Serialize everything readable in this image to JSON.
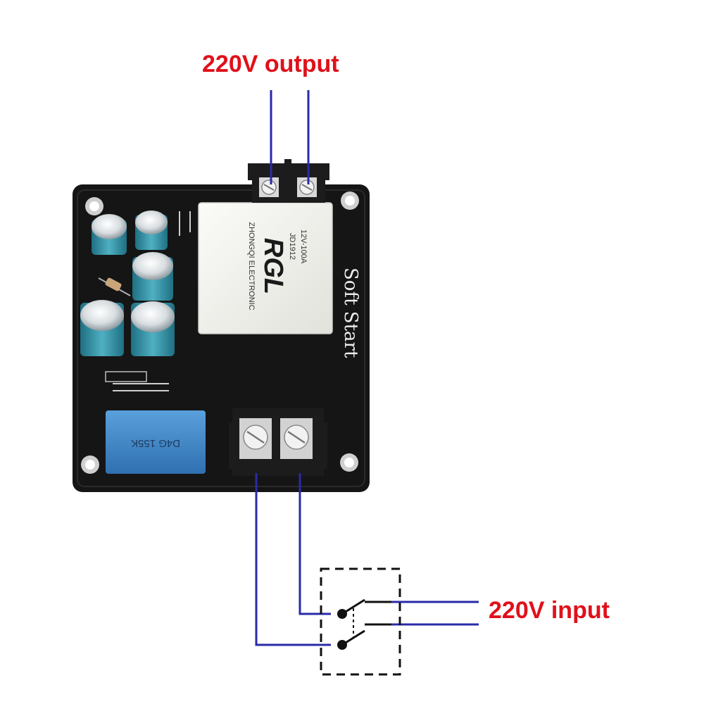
{
  "labels": {
    "output": "220V output",
    "input": "220V input"
  },
  "board": {
    "silkscreen": "Soft Start",
    "relay_brand": "RGL",
    "relay_model": "JD1912",
    "relay_rating": "12V-100A",
    "relay_maker": "ZHONGQI ELECTRONIC",
    "film_cap_marking": "D4G 155K"
  },
  "colors": {
    "label_text": "#e0101a",
    "wire": "#2a2aa8",
    "pcb": "#151515",
    "relay_body": "#f1f1ee",
    "capacitor": "#3d95a8",
    "film_cap": "#3f86c9",
    "switch_box": "#111111"
  },
  "icons": {
    "switch": "double-pole-switch-icon",
    "terminal": "screw-terminal-icon"
  }
}
